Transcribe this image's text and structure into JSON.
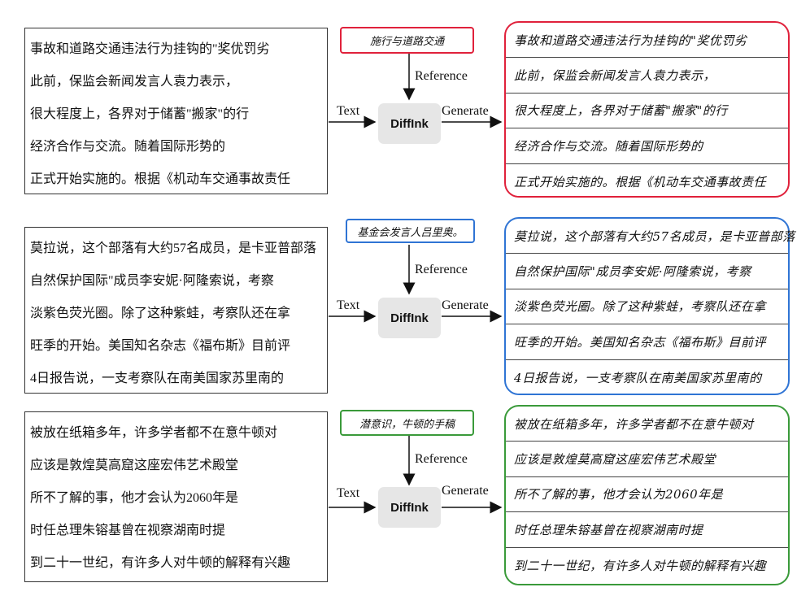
{
  "labels": {
    "text": "Text",
    "reference": "Reference",
    "generate": "Generate",
    "model": "DiffInk"
  },
  "colors": {
    "row1": "#e0213b",
    "row2": "#2f74d4",
    "row3": "#3a9a3a"
  },
  "rows": [
    {
      "text_lines": [
        "事故和道路交通违法行为挂钩的\"奖优罚劣",
        "此前，保监会新闻发言人袁力表示，",
        "很大程度上，各界对于储蓄\"搬家\"的行",
        "经济合作与交流。随着国际形势的",
        "正式开始实施的。根据《机动车交通事故责任"
      ],
      "reference": "施行与道路交通",
      "generated_lines": [
        "事故和道路交通违法行为挂钩的\"奖优罚劣",
        "此前，保监会新闻发言人袁力表示，",
        "很大程度上，各界对于储蓄\"搬家\"的行",
        "经济合作与交流。随着国际形势的",
        "正式开始实施的。根据《机动车交通事故责任"
      ]
    },
    {
      "text_lines": [
        "莫拉说，这个部落有大约57名成员，是卡亚普部落",
        "自然保护国际\"成员李安妮·阿隆索说，考察",
        "淡紫色荧光圈。除了这种紫蛙，考察队还在拿",
        "旺季的开始。美国知名杂志《福布斯》目前评",
        "4日报告说，一支考察队在南美国家苏里南的"
      ],
      "reference": "基金会发言人吕里奥。",
      "generated_lines": [
        "莫拉说，这个部落有大约57名成员，是卡亚普部落",
        "自然保护国际\"成员李安妮·阿隆索说，考察",
        "淡紫色荧光圈。除了这种紫蛙，考察队还在拿",
        "旺季的开始。美国知名杂志《福布斯》目前评",
        "4日报告说，一支考察队在南美国家苏里南的"
      ]
    },
    {
      "text_lines": [
        "被放在纸箱多年，许多学者都不在意牛顿对",
        "应该是敦煌莫高窟这座宏伟艺术殿堂",
        "所不了解的事，他才会认为2060年是",
        "时任总理朱镕基曾在视察湖南时提",
        "到二十一世纪，有许多人对牛顿的解释有兴趣"
      ],
      "reference": "潜意识，牛顿的手稿",
      "generated_lines": [
        "被放在纸箱多年，许多学者都不在意牛顿对",
        "应该是敦煌莫高窟这座宏伟艺术殿堂",
        "所不了解的事，他才会认为2060年是",
        "时任总理朱镕基曾在视察湖南时提",
        "到二十一世纪，有许多人对牛顿的解释有兴趣"
      ]
    }
  ]
}
